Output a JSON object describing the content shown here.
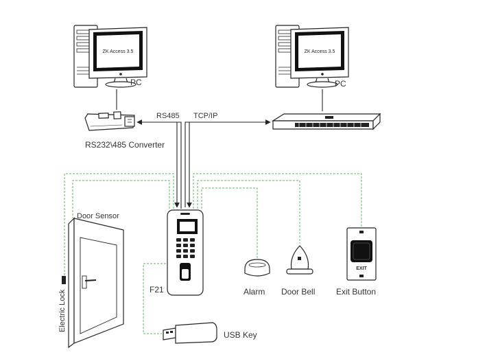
{
  "pc_left": {
    "screen_text": "ZK Access 3.5",
    "label": "PC"
  },
  "pc_right": {
    "screen_text": "ZK Access 3.5",
    "label": "PC"
  },
  "converter": {
    "label": "RS232\\485 Converter"
  },
  "connections": {
    "rs485": "RS485",
    "tcpip": "TCP/IP"
  },
  "door_sensor": {
    "label": "Door Sensor"
  },
  "electric_lock": {
    "label": "Electric Lock"
  },
  "device": {
    "label": "F21"
  },
  "alarm": {
    "label": "Alarm"
  },
  "door_bell": {
    "label": "Door Bell"
  },
  "exit_button": {
    "label": "Exit Button",
    "plate_text": "EXIT"
  },
  "usb_key": {
    "label": "USB Key"
  },
  "colors": {
    "line": "#222222",
    "dashed_connection": "#5cb85c",
    "screen": "#111111"
  }
}
